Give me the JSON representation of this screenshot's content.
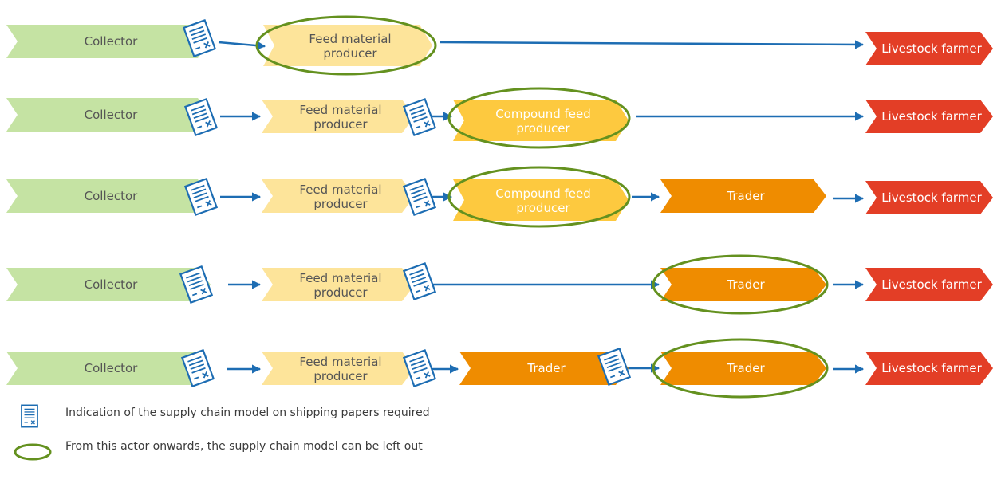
{
  "colors": {
    "collector": "#c5e3a3",
    "feed_material": "#fde49a",
    "compound_feed": "#fdc93f",
    "trader": "#ef8c00",
    "farmer": "#e33e26",
    "arrow": "#1d6db3",
    "doc": "#1d6db3",
    "ellipse": "#64911f",
    "text_dark": "#555555",
    "text_light": "#ffffff"
  },
  "labels": {
    "collector": "Collector",
    "feed_material_1": "Feed material",
    "feed_material_2": "producer",
    "compound_feed_1": "Compound feed",
    "compound_feed_2": "producer",
    "trader": "Trader",
    "farmer": "Livestock farmer"
  },
  "legend": {
    "document_icon": "document-icon",
    "document_text": "Indication of the supply chain model on shipping papers required",
    "ellipse_text": "From this actor onwards, the supply chain model can be left out"
  }
}
